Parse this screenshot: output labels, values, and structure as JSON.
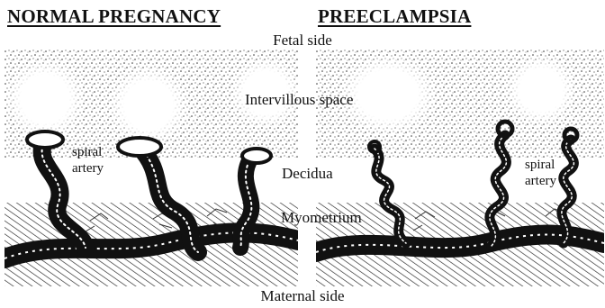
{
  "headings": {
    "left": "NORMAL PREGNANCY",
    "right": "PREECLAMPSIA"
  },
  "sides": {
    "fetal": "Fetal side",
    "maternal": "Maternal side"
  },
  "layers": {
    "intervillous": "Intervillous space",
    "decidua": "Decidua",
    "myometrium": "Myometrium"
  },
  "spiral_artery_label": {
    "left_line1": "spiral",
    "left_line2": "artery",
    "right_line1": "spiral",
    "right_line2": "artery"
  }
}
